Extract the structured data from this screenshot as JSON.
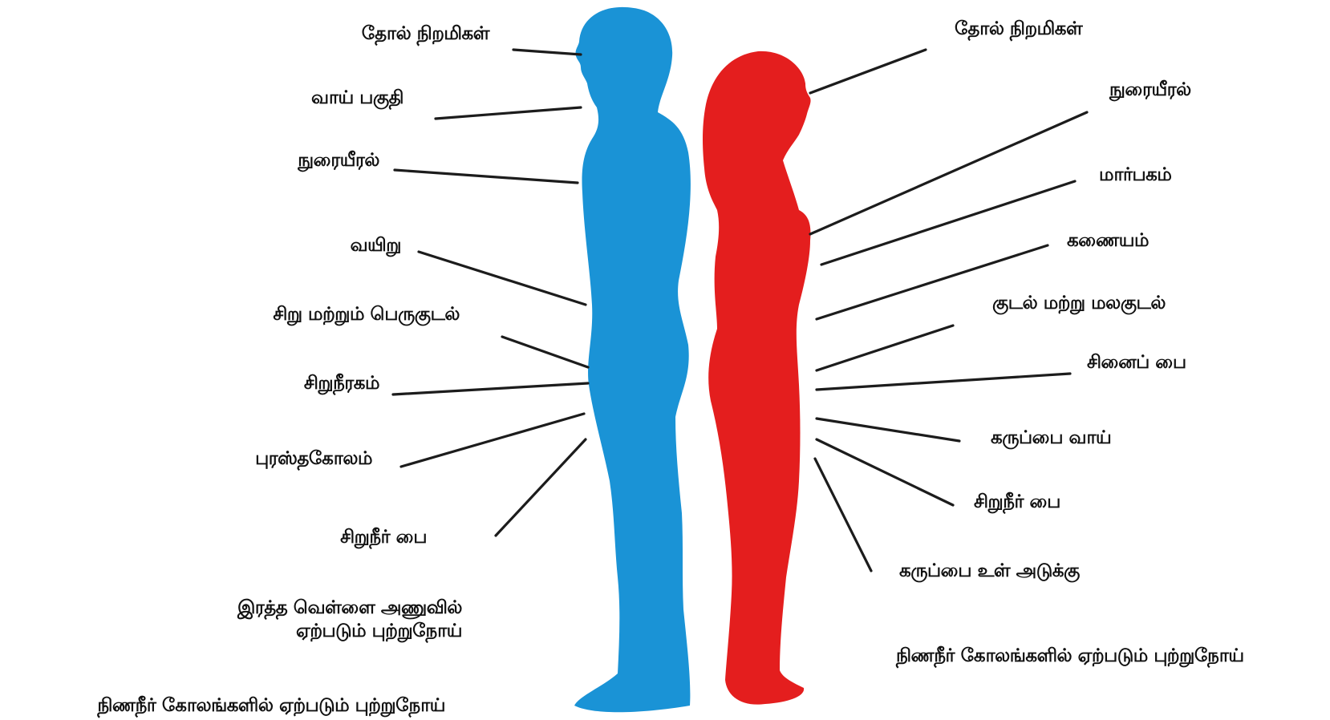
{
  "colors": {
    "male_figure": "#1a93d6",
    "female_figure": "#e41e1e",
    "leader_line": "#1c1c1c"
  },
  "male_labels": [
    {
      "id": "m-skin",
      "lines": [
        "தோல் நிறமிகள்"
      ]
    },
    {
      "id": "m-mouth",
      "lines": [
        "வாய் பகுதி"
      ]
    },
    {
      "id": "m-lung",
      "lines": [
        "நுரையீரல்"
      ]
    },
    {
      "id": "m-stomach",
      "lines": [
        "வயிறு"
      ]
    },
    {
      "id": "m-intestine",
      "lines": [
        "சிறு மற்றும் பெருகுடல்"
      ]
    },
    {
      "id": "m-kidney",
      "lines": [
        "சிறுநீரகம்"
      ]
    },
    {
      "id": "m-prostate",
      "lines": [
        "புரஸ்தகோலம்"
      ]
    },
    {
      "id": "m-bladder",
      "lines": [
        "சிறுநீர் பை"
      ]
    },
    {
      "id": "m-leukemia",
      "lines": [
        "இரத்த வெள்ளை அணுவில்",
        "ஏற்படும் புற்றுநோய்"
      ]
    },
    {
      "id": "m-lymphoma",
      "lines": [
        "நிணநீர் கோலங்களில் ஏற்படும் புற்றுநோய்"
      ]
    }
  ],
  "female_labels": [
    {
      "id": "f-skin",
      "lines": [
        "தோல் நிறமிகள்"
      ]
    },
    {
      "id": "f-lung",
      "lines": [
        "நுரையீரல்"
      ]
    },
    {
      "id": "f-breast",
      "lines": [
        "மார்பகம்"
      ]
    },
    {
      "id": "f-pancreas",
      "lines": [
        "கணையம்"
      ]
    },
    {
      "id": "f-colon",
      "lines": [
        "குடல் மற்று மலகுடல்"
      ]
    },
    {
      "id": "f-ovary",
      "lines": [
        "சினைப் பை"
      ]
    },
    {
      "id": "f-cervix",
      "lines": [
        "கருப்பை வாய்"
      ]
    },
    {
      "id": "f-bladder",
      "lines": [
        "சிறுநீர் பை"
      ]
    },
    {
      "id": "f-uterus",
      "lines": [
        "கருப்பை உள் அடுக்கு"
      ]
    },
    {
      "id": "f-lymphoma",
      "lines": [
        "நிணநீர் கோலங்களில் ஏற்படும் புற்றுநோய்"
      ]
    }
  ]
}
